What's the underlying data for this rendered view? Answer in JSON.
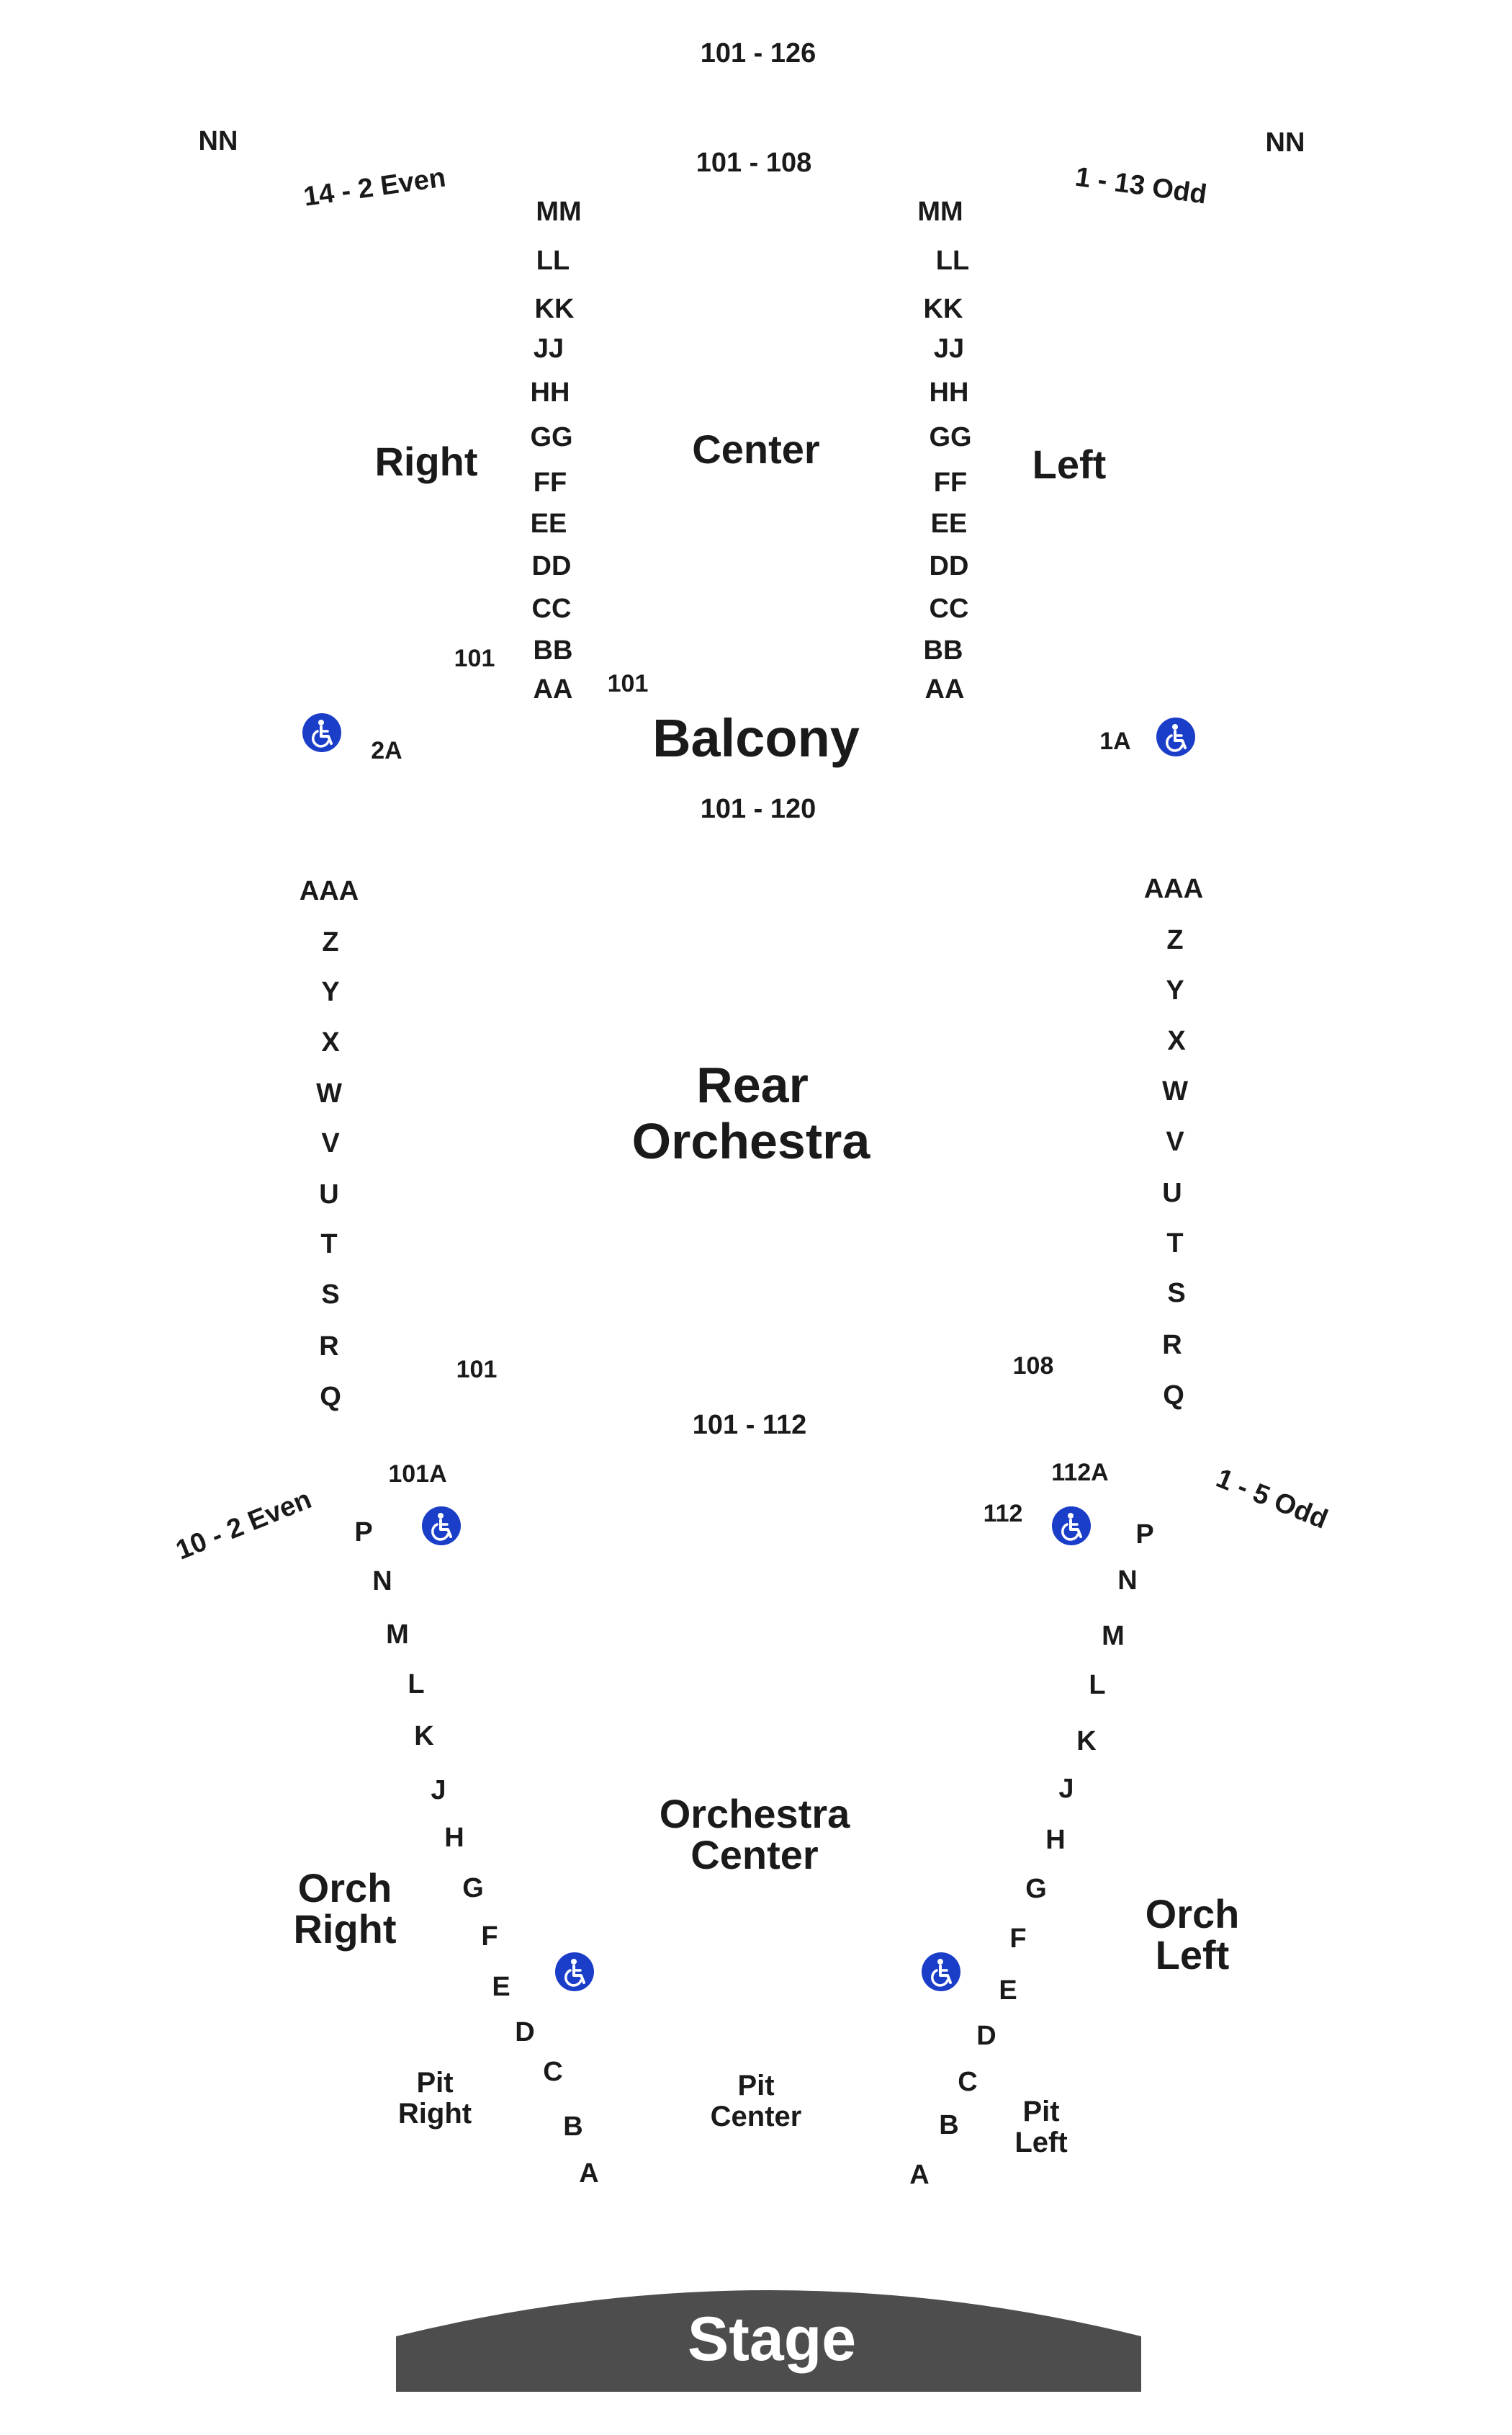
{
  "balcony": {
    "title": "Balcony",
    "range_top": "101 - 126",
    "range_center": "101 - 108",
    "range_bottom": "101 - 120",
    "nn_left": "NN",
    "nn_right": "NN",
    "even_label": "14 - 2 Even",
    "odd_label": "1 - 13 Odd",
    "right_label": "Right",
    "center_label": "Center",
    "left_label": "Left",
    "rows_left": [
      "MM",
      "LL",
      "KK",
      "JJ",
      "HH",
      "GG",
      "FF",
      "EE",
      "DD",
      "CC",
      "BB",
      "AA"
    ],
    "rows_right": [
      "MM",
      "LL",
      "KK",
      "JJ",
      "HH",
      "GG",
      "FF",
      "EE",
      "DD",
      "CC",
      "BB",
      "AA"
    ],
    "seat_101_a": "101",
    "seat_101_b": "101",
    "seat_2a": "2A",
    "seat_1a": "1A"
  },
  "rear_orchestra": {
    "title_line1": "Rear",
    "title_line2": "Orchestra",
    "rows_left": [
      "AAA",
      "Z",
      "Y",
      "X",
      "W",
      "V",
      "U",
      "T",
      "S",
      "R",
      "Q"
    ],
    "rows_right": [
      "AAA",
      "Z",
      "Y",
      "X",
      "W",
      "V",
      "U",
      "T",
      "S",
      "R",
      "Q"
    ],
    "seat_101": "101",
    "seat_108": "108",
    "range": "101 - 112"
  },
  "orchestra": {
    "seat_101a": "101A",
    "seat_112a": "112A",
    "seat_112": "112",
    "even_label": "10 - 2 Even",
    "odd_label": "1 - 5 Odd",
    "rows_left": [
      "P",
      "N",
      "M",
      "L",
      "K",
      "J",
      "H",
      "G",
      "F",
      "E",
      "D",
      "C",
      "B",
      "A"
    ],
    "rows_right": [
      "P",
      "N",
      "M",
      "L",
      "K",
      "J",
      "H",
      "G",
      "F",
      "E",
      "D",
      "C",
      "B",
      "A"
    ],
    "center_line1": "Orchestra",
    "center_line2": "Center",
    "right_line1": "Orch",
    "right_line2": "Right",
    "left_line1": "Orch",
    "left_line2": "Left"
  },
  "pit": {
    "right_line1": "Pit",
    "right_line2": "Right",
    "center_line1": "Pit",
    "center_line2": "Center",
    "left_line1": "Pit",
    "left_line2": "Left"
  },
  "stage": {
    "label": "Stage"
  },
  "colors": {
    "stage": "#4d4d4d",
    "wheelchair": "#1a3ec8",
    "text": "#1a1a1a"
  },
  "icons": {
    "accessible": "wheelchair-icon"
  }
}
